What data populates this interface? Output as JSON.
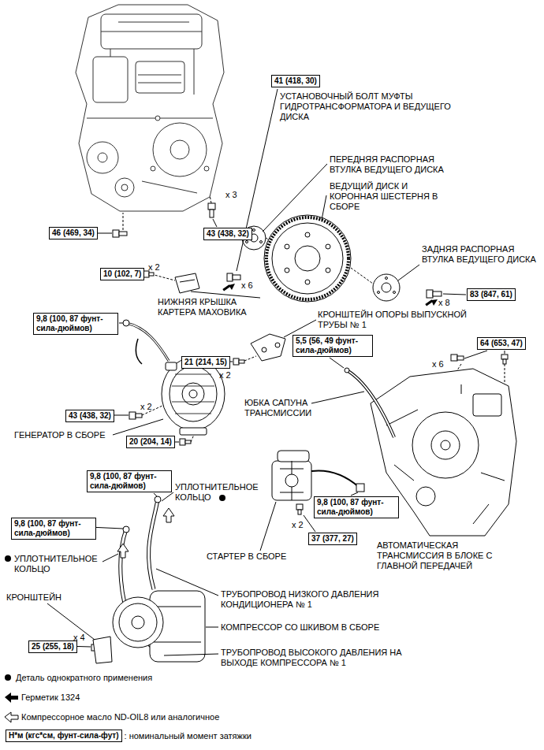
{
  "diagram": {
    "nodes": [
      {
        "text": [
          "41 (418, 30)"
        ]
      },
      {
        "text": [
          "46 (469, 34)"
        ]
      },
      {
        "text": [
          "43 (438, 32)"
        ]
      },
      {
        "text": [
          "10 (102, 7)"
        ]
      },
      {
        "text": [
          "9,8 (100, 87 фунт-сила-дюймов)"
        ]
      },
      {
        "text": [
          "5,5 (56, 49 фунт-сила-дюймов)"
        ]
      },
      {
        "text": [
          "64 (653, 47)"
        ]
      },
      {
        "text": [
          "21 (214, 15)"
        ]
      },
      {
        "text": [
          "83 (847, 61)"
        ]
      },
      {
        "text": [
          "43 (438, 32)"
        ]
      },
      {
        "text": [
          "20 (204, 14)"
        ]
      },
      {
        "text": [
          "9,8 (100, 87 фунт-сила-дюймов)"
        ]
      },
      {
        "text": [
          "9,8 (100, 87 фунт-сила-дюймов)"
        ]
      },
      {
        "text": [
          "9,8 (100, 87 фунт-сила-дюймов)"
        ]
      },
      {
        "text": [
          "37 (377, 27)"
        ]
      },
      {
        "text": [
          "25 (255, 18)"
        ]
      },
      {
        "text": [
          "Н*м (кгс*см, фунт-сила-фут)"
        ]
      }
    ],
    "labels": [
      "УСТАНОВОЧНЫЙ БОЛТ МУФТЫ ГИДРОТРАНСФОРМАТОРА И ВЕДУЩЕГО ДИСКА",
      "ПЕРЕДНЯЯ РАСПОРНАЯ ВТУЛКА ВЕДУЩЕГО ДИСКА",
      "ВЕДУЩИЙ ДИСК И КОРОННАЯ ШЕСТЕРНЯ В СБОРЕ",
      "x 3",
      "ЗАДНЯЯ РАСПОРНАЯ ВТУЛКА ВЕДУЩЕГО ДИСКА",
      "x 8",
      "x 6",
      "x 2",
      "НИЖНЯЯ КРЫШКА КАРТЕРА МАХОВИКА",
      "КРОНШТЕЙН ОПОРЫ ВЫПУСКНОЙ ТРУБЫ № 1",
      "x 2",
      "x 6",
      "ЮБКА САПУНА ТРАНСМИССИИ",
      "x 2",
      "ГЕНЕРАТОР В СБОРЕ",
      "УПЛОТНИТЕЛЬНОЕ КОЛЬЦО",
      "УПЛОТНИТЕЛЬНОЕ КОЛЬЦО",
      "x 2",
      "СТАРТЕР В СБОРЕ",
      "АВТОМАТИЧЕСКАЯ ТРАНСМИССИЯ В БЛОКЕ С ГЛАВНОЙ ПЕРЕДАЧЕЙ",
      "КРОНШТЕЙН",
      "ТРУБОПРОВОД НИЗКОГО ДАВЛЕНИЯ КОНДИЦИОНЕРА № 1",
      "КОМПРЕССОР СО ШКИВОМ В СБОРЕ",
      "x 4",
      "ТРУБОПРОВОД ВЫСОКОГО ДАВЛЕНИЯ НА ВЫХОДЕ КОМПРЕССОРА № 1"
    ],
    "legend": [
      {
        "text": "Деталь однократного применения"
      },
      {
        "text": "Герметик 1324"
      },
      {
        "text": "Компрессорное масло ND-OIL8 или аналогичное"
      },
      {
        "text": ": номинальный момент затяжки"
      }
    ]
  }
}
